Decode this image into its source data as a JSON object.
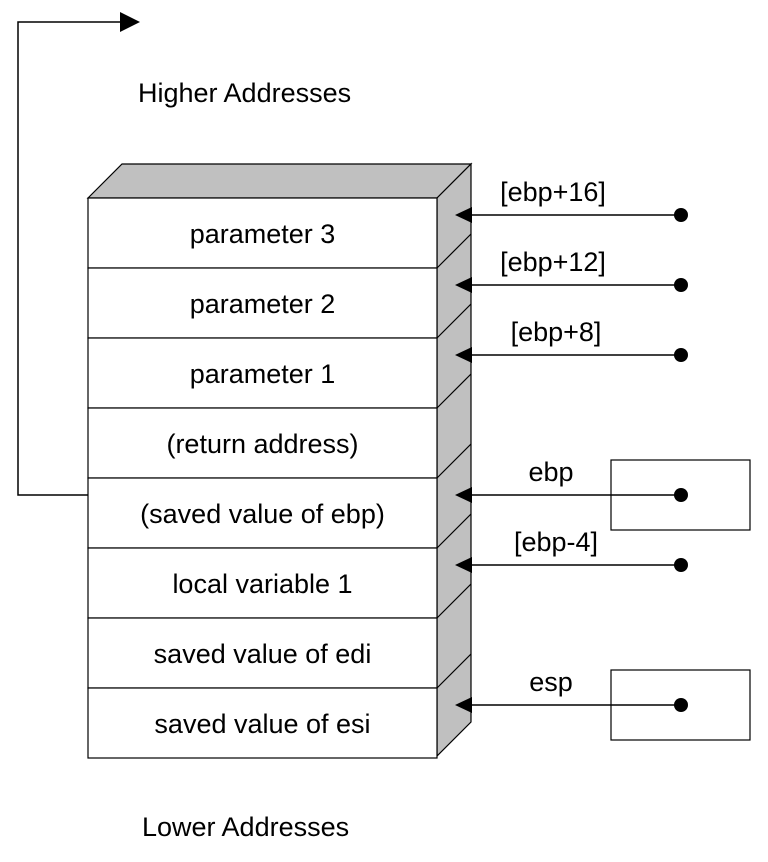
{
  "labels": {
    "top": "Higher Addresses",
    "bottom": "Lower Addresses"
  },
  "stack": {
    "cells": [
      "parameter 3",
      "parameter 2",
      "parameter 1",
      "(return address)",
      "(saved value of ebp)",
      "local variable 1",
      "saved value of edi",
      "saved value of esi"
    ]
  },
  "pointers": [
    {
      "label": "[ebp+16]",
      "target": "parameter 3",
      "register_box": false
    },
    {
      "label": "[ebp+12]",
      "target": "parameter 2",
      "register_box": false
    },
    {
      "label": "[ebp+8]",
      "target": "parameter 1",
      "register_box": false
    },
    {
      "label": "ebp",
      "target": "(saved value of ebp)",
      "register_box": true
    },
    {
      "label": "[ebp-4]",
      "target": "local variable 1",
      "register_box": false
    },
    {
      "label": "esp",
      "target": "saved value of esi",
      "register_box": true
    }
  ],
  "colors": {
    "stack_side": "#c0c0c0",
    "line": "#000000",
    "cell_fill": "#ffffff"
  }
}
